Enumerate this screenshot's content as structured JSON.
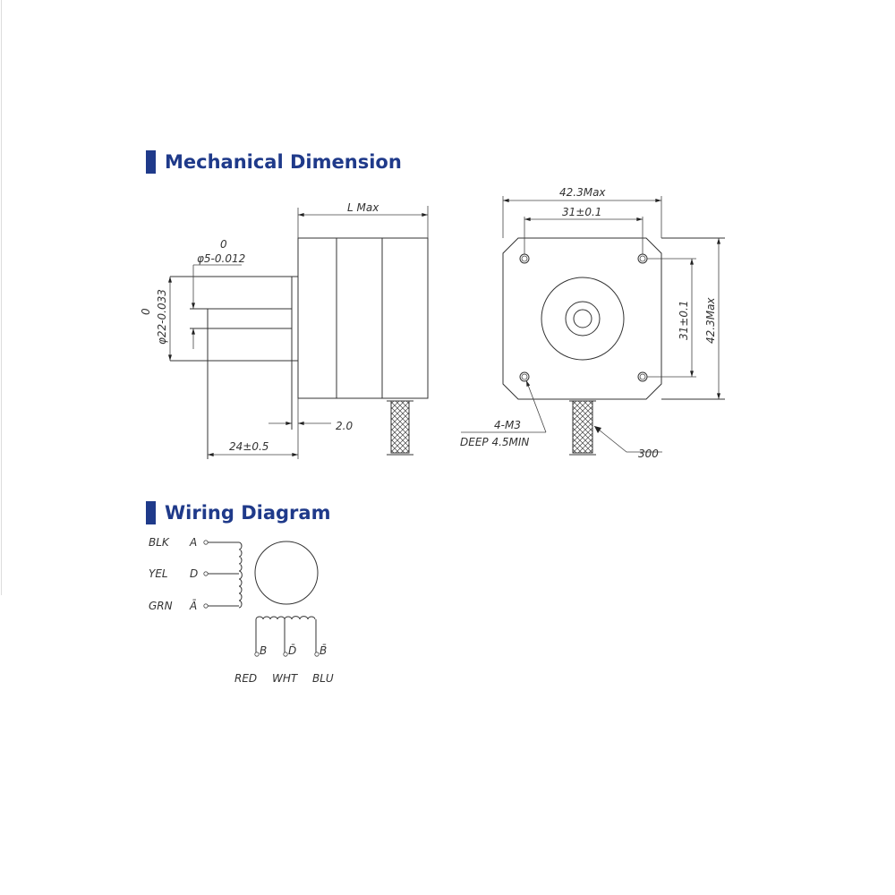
{
  "sections": {
    "mechanical_title": "Mechanical Dimension",
    "wiring_title": "Wiring Diagram"
  },
  "mechanical": {
    "side_view": {
      "length": "L Max",
      "shaft_diameter": "φ5-0.012",
      "shaft_tol_upper": "0",
      "boss_diameter": "φ22-0.033",
      "boss_tol_upper": "0",
      "boss_height": "2.0",
      "shaft_length": "24±0.5"
    },
    "front_view": {
      "width": "42.3Max",
      "hole_spacing_h": "31±0.1",
      "hole_spacing_v": "31±0.1",
      "height": "42.3Max",
      "holes": "4-M3",
      "hole_depth": "DEEP 4.5MIN",
      "cable_length": "300"
    }
  },
  "wiring": {
    "left": [
      {
        "color": "BLK",
        "pin": "A"
      },
      {
        "color": "YEL",
        "pin": "D"
      },
      {
        "color": "GRN",
        "pin": "Ā"
      }
    ],
    "bottom": [
      {
        "color": "RED",
        "pin": "B"
      },
      {
        "color": "WHT",
        "pin": "D̄"
      },
      {
        "color": "BLU",
        "pin": "B̄"
      }
    ]
  },
  "colors": {
    "accent": "#1f3a8a",
    "line": "#333333"
  }
}
